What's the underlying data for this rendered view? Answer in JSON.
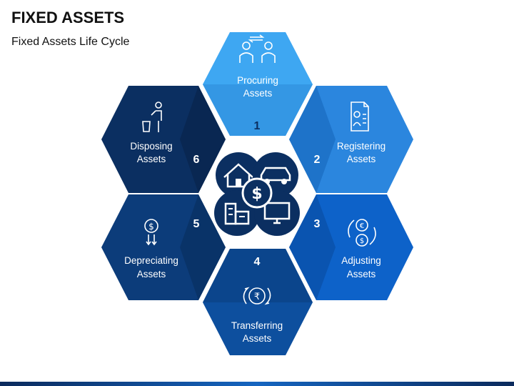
{
  "header": {
    "title": "FIXED ASSETS",
    "subtitle": "Fixed Assets Life Cycle"
  },
  "steps": [
    {
      "number": "1",
      "line1": "Procuring",
      "line2": "Assets",
      "icon": "people-exchange-icon",
      "color": "#3ea7f2"
    },
    {
      "number": "2",
      "line1": "Registering",
      "line2": "Assets",
      "icon": "document-registration-icon",
      "color": "#2b86de"
    },
    {
      "number": "3",
      "line1": "Adjusting",
      "line2": "Assets",
      "icon": "currency-exchange-icon",
      "color": "#0d62c9"
    },
    {
      "number": "4",
      "line1": "Transferring",
      "line2": "Assets",
      "icon": "rupee-transfer-icon",
      "color": "#0d4f9e"
    },
    {
      "number": "5",
      "line1": "Depreciating",
      "line2": "Assets",
      "icon": "dollar-down-icon",
      "color": "#0c3c7a"
    },
    {
      "number": "6",
      "line1": "Disposing",
      "line2": "Assets",
      "icon": "person-trash-icon",
      "color": "#0b2f61"
    }
  ],
  "center": {
    "icons": [
      "house-icon",
      "car-icon",
      "dollar-icon",
      "building-icon",
      "monitor-icon"
    ],
    "color": "#0b2f61"
  },
  "colors": {
    "number_dark": "#0b2f61",
    "number_light": "#ffffff"
  }
}
